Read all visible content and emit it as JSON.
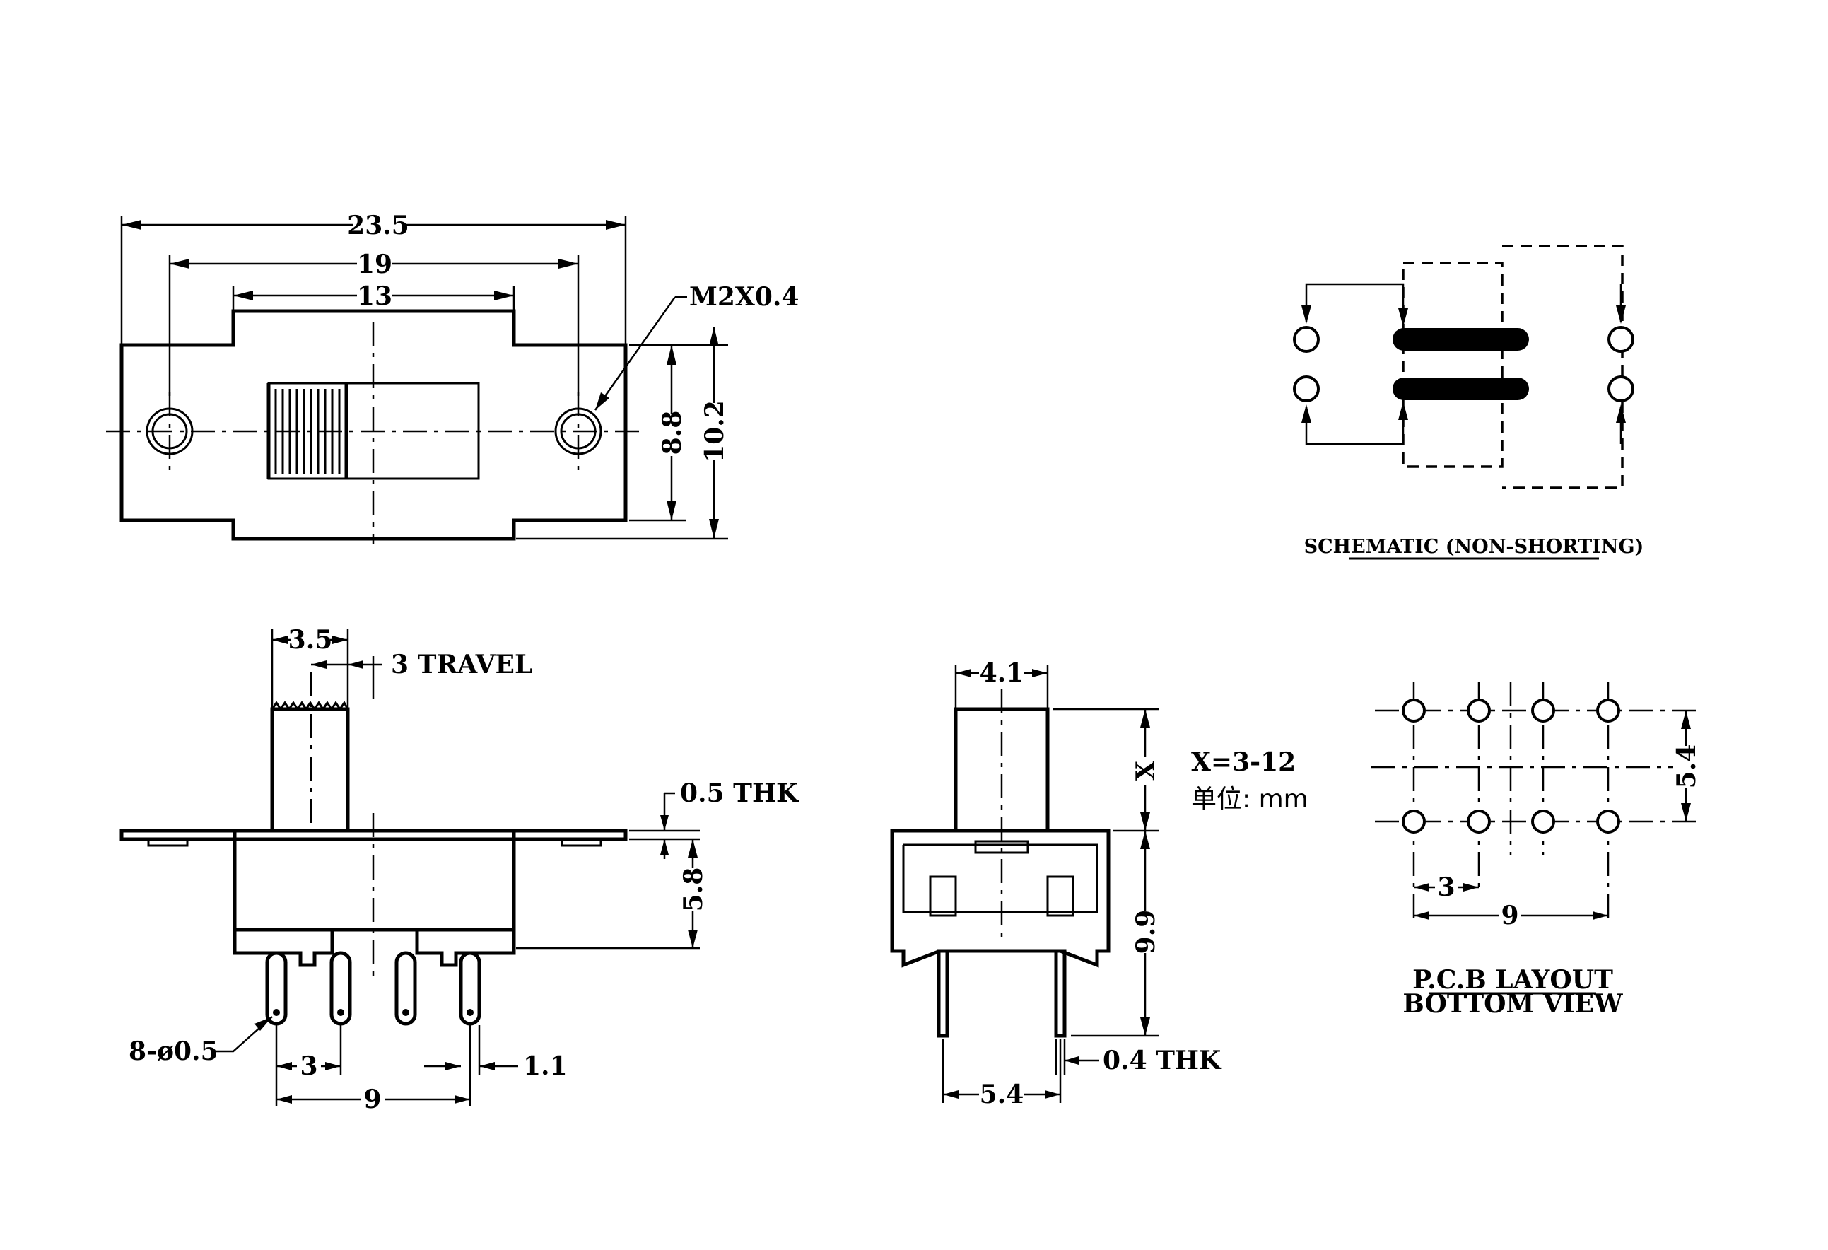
{
  "units_note": "单位: mm",
  "formula": "X=3-12",
  "top_view": {
    "dim_overall": "23.5",
    "dim_mount": "19",
    "dim_body": "13",
    "dim_height": "10.2",
    "dim_body_height": "8.8",
    "thread_callout": "M2X0.4"
  },
  "front_view": {
    "dim_knob": "3.5",
    "dim_travel": "3 TRAVEL",
    "dim_plate": "0.5 THK",
    "dim_body_depth": "5.8",
    "dim_pin_dia": "8-ø0.5",
    "dim_pitch": "3",
    "dim_span": "9",
    "dim_pin_width": "1.1"
  },
  "side_view": {
    "dim_knob": "4.1",
    "dim_x": "X",
    "dim_height": "9.9",
    "dim_pin_spacing": "5.4",
    "dim_pin_thk": "0.4 THK"
  },
  "schematic": {
    "caption": "SCHEMATIC (NON-SHORTING)"
  },
  "pcb": {
    "caption_line1": "P.C.B LAYOUT",
    "caption_line2": "BOTTOM VIEW",
    "dim_row_pitch": "5.4",
    "dim_col_pitch": "3",
    "dim_span": "9"
  }
}
